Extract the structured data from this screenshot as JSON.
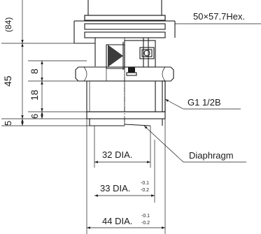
{
  "dimensions": {
    "top_dim": "(84)",
    "hex_size": "50×57.7Hex.",
    "dim_45": "45",
    "dim_8": "8",
    "dim_18": "18",
    "dim_6": "6",
    "dim_5": "5",
    "thread": "G1 1/2B",
    "diaphragm": "Diaphragm",
    "dia_32": "32 DIA.",
    "dia_33": "33 DIA.",
    "dia_33_tol_upper": "-0.1",
    "dia_33_tol_lower": "-0.2",
    "dia_44": "44 DIA.",
    "dia_44_tol_upper": "-0.1",
    "dia_44_tol_lower": "-0.2"
  }
}
